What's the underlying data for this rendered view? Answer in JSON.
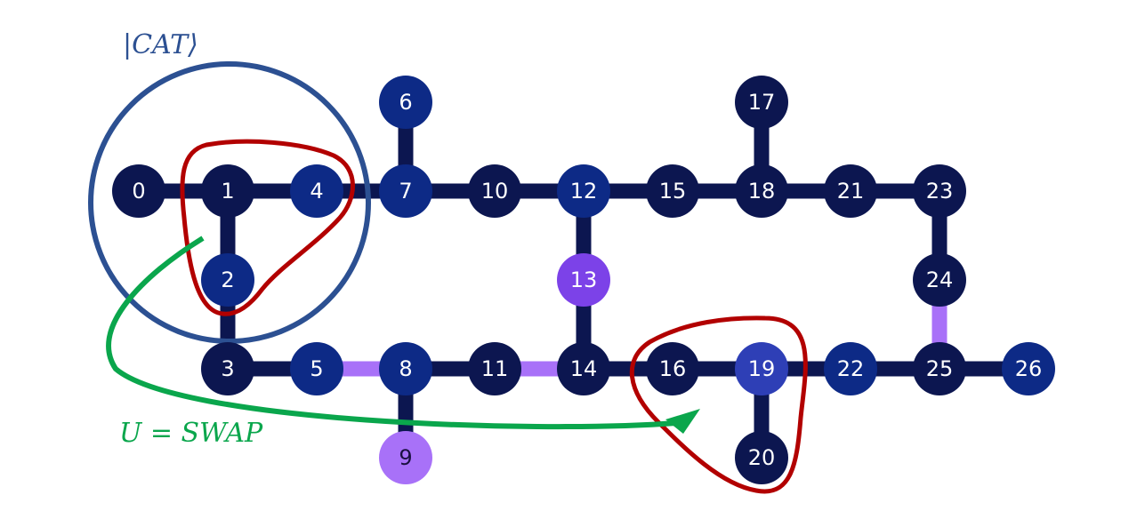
{
  "annotations": {
    "cat_label": "|CAT⟩",
    "swap_label": "U = SWAP"
  },
  "colors": {
    "dark": "#0c1650",
    "blue": "#0d2a86",
    "mid_blue": "#2e3fb6",
    "purple_node": "#7c42e8",
    "light_purple": "#a871f8",
    "cat_circle": "#2c5092",
    "red_outline": "#b20000",
    "swap_arrow": "#0aa64c"
  },
  "nodes": [
    {
      "id": "0",
      "color": "dark"
    },
    {
      "id": "1",
      "color": "dark"
    },
    {
      "id": "2",
      "color": "blue"
    },
    {
      "id": "3",
      "color": "dark"
    },
    {
      "id": "4",
      "color": "blue"
    },
    {
      "id": "5",
      "color": "blue"
    },
    {
      "id": "6",
      "color": "blue"
    },
    {
      "id": "7",
      "color": "blue"
    },
    {
      "id": "8",
      "color": "blue"
    },
    {
      "id": "9",
      "color": "light_purple"
    },
    {
      "id": "10",
      "color": "dark"
    },
    {
      "id": "11",
      "color": "dark"
    },
    {
      "id": "12",
      "color": "blue"
    },
    {
      "id": "13",
      "color": "purple_node"
    },
    {
      "id": "14",
      "color": "dark"
    },
    {
      "id": "15",
      "color": "dark"
    },
    {
      "id": "16",
      "color": "dark"
    },
    {
      "id": "17",
      "color": "dark"
    },
    {
      "id": "18",
      "color": "dark"
    },
    {
      "id": "19",
      "color": "mid_blue"
    },
    {
      "id": "20",
      "color": "dark"
    },
    {
      "id": "21",
      "color": "dark"
    },
    {
      "id": "22",
      "color": "blue"
    },
    {
      "id": "23",
      "color": "dark"
    },
    {
      "id": "24",
      "color": "dark"
    },
    {
      "id": "25",
      "color": "dark"
    },
    {
      "id": "26",
      "color": "blue"
    }
  ],
  "edges": [
    {
      "from": "0",
      "to": "1",
      "color": "dark"
    },
    {
      "from": "1",
      "to": "4",
      "color": "dark"
    },
    {
      "from": "4",
      "to": "7",
      "color": "dark"
    },
    {
      "from": "7",
      "to": "10",
      "color": "dark"
    },
    {
      "from": "10",
      "to": "12",
      "color": "dark"
    },
    {
      "from": "12",
      "to": "15",
      "color": "dark"
    },
    {
      "from": "15",
      "to": "18",
      "color": "dark"
    },
    {
      "from": "18",
      "to": "21",
      "color": "dark"
    },
    {
      "from": "21",
      "to": "23",
      "color": "dark"
    },
    {
      "from": "6",
      "to": "7",
      "color": "dark"
    },
    {
      "from": "17",
      "to": "18",
      "color": "dark"
    },
    {
      "from": "1",
      "to": "2",
      "color": "dark"
    },
    {
      "from": "2",
      "to": "3",
      "color": "dark"
    },
    {
      "from": "12",
      "to": "13",
      "color": "dark"
    },
    {
      "from": "13",
      "to": "14",
      "color": "dark"
    },
    {
      "from": "23",
      "to": "24",
      "color": "dark"
    },
    {
      "from": "24",
      "to": "25",
      "color": "light_purple"
    },
    {
      "from": "3",
      "to": "5",
      "color": "dark"
    },
    {
      "from": "5",
      "to": "8",
      "color": "light_purple"
    },
    {
      "from": "8",
      "to": "11",
      "color": "dark"
    },
    {
      "from": "11",
      "to": "14",
      "color": "light_purple"
    },
    {
      "from": "14",
      "to": "16",
      "color": "dark"
    },
    {
      "from": "16",
      "to": "19",
      "color": "dark"
    },
    {
      "from": "19",
      "to": "22",
      "color": "dark"
    },
    {
      "from": "22",
      "to": "25",
      "color": "dark"
    },
    {
      "from": "25",
      "to": "26",
      "color": "dark"
    },
    {
      "from": "8",
      "to": "9",
      "color": "dark"
    },
    {
      "from": "19",
      "to": "20",
      "color": "dark"
    }
  ]
}
